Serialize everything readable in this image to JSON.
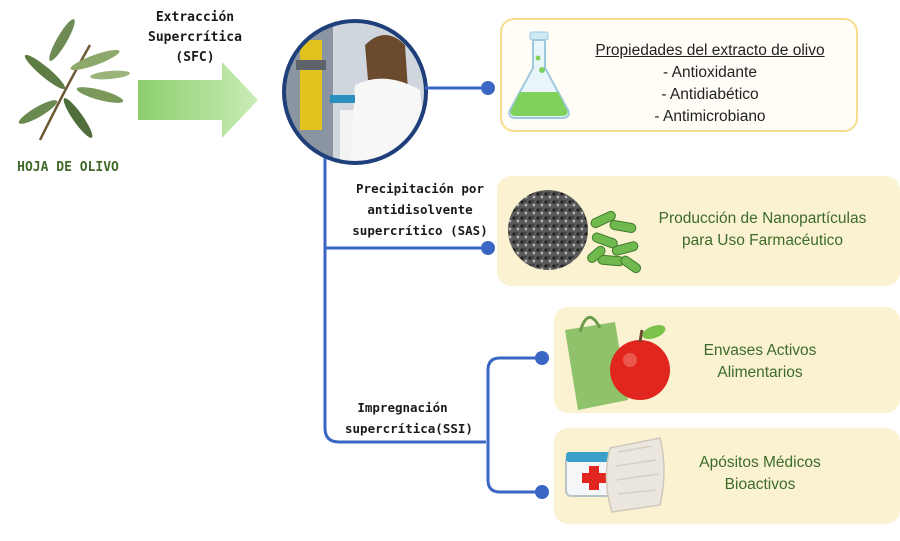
{
  "source": {
    "title": "HOJA DE OLIVO"
  },
  "extraction": {
    "lines": [
      "Extracción",
      "Supercrítica",
      "(SFC)"
    ]
  },
  "sas": {
    "lines": [
      "Precipitación por",
      "antidisolvente",
      "supercrítico (SAS)"
    ]
  },
  "ssi": {
    "lines": [
      "Impregnación",
      "supercrítica(SSI)"
    ]
  },
  "properties": {
    "title": "Propiedades del extracto de olivo",
    "items": [
      "- Antioxidante",
      "- Antidiabético",
      "- Antimicrobiano"
    ]
  },
  "applications": {
    "nanoparticles": [
      "Producción de Nanopartículas",
      "para Uso Farmacéutico"
    ],
    "packaging": [
      "Envases Activos",
      "Alimentarios"
    ],
    "dressings": [
      "Apósitos Médicos",
      "Bioactivos"
    ]
  },
  "colors": {
    "connector": "#3a66c4",
    "accent_green": "#3d6b2a",
    "box_fill": "#fbf2d2",
    "box_border": "#f5dd8b"
  },
  "icons": [
    "olive-branch-icon",
    "arrow-right-icon",
    "lab-photo",
    "flask-icon",
    "nanoparticles-icon",
    "bag-apple-icon",
    "first-aid-bandage-icon"
  ]
}
